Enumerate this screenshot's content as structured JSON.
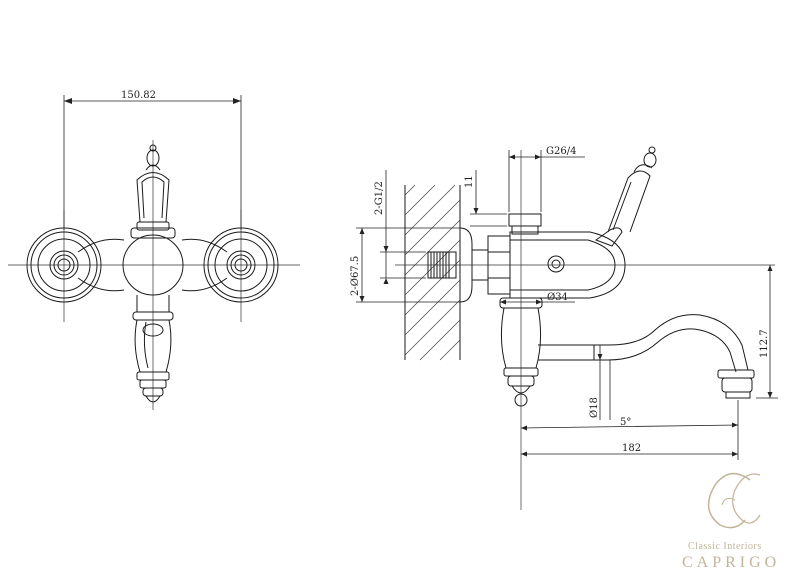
{
  "dimensions": {
    "width_overall": "150.82",
    "inlet_thread": "2-G1/2",
    "escutcheon_dia": "2-Ø67.5",
    "outlet_thread": "G26/4",
    "thread_height": "11",
    "body_dia": "Ø34",
    "spout_height": "112.7",
    "spout_dia": "Ø18",
    "spout_angle": "5°",
    "spout_reach": "182"
  },
  "brand": {
    "tagline": "Classic Interiors",
    "name": "CAPRIGO"
  },
  "colors": {
    "line": "#1a1a1a",
    "logo": "#c2b59a"
  }
}
